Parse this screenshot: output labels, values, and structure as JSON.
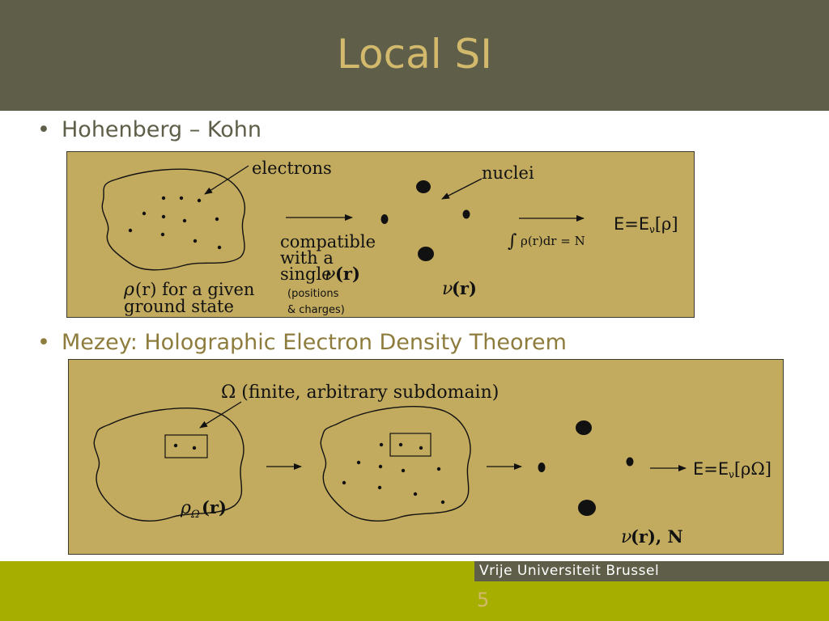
{
  "slide": {
    "title": "Local SI",
    "bullets": [
      "Hohenberg – Kohn",
      "Mezey: Holographic Electron Density Theorem"
    ]
  },
  "figure1": {
    "electrons_label": "electrons",
    "nuclei_label": "nuclei",
    "rho_label": "(r) for a given",
    "ground_state": "ground state",
    "compatible": "compatible",
    "with_a": "with a",
    "single": "single",
    "positions": "(positions",
    "charges": "& charges)",
    "nu_r": "(r)",
    "integral": "ρ(r)dr = N",
    "energy_prefix": "E=E",
    "energy_sub": "ν",
    "energy_arg": "[ρ]"
  },
  "figure2": {
    "omega_label": "Ω (finite, arbitrary subdomain)",
    "rho_omega": "(r)",
    "rho_sub": "Ω",
    "nu_r_n": "(r), N",
    "energy_prefix": "E=E",
    "energy_sub": "ν",
    "energy_arg": "[ρΩ]"
  },
  "footer": {
    "university": "Vrije Universiteit Brussel",
    "page": "5"
  },
  "colors": {
    "header_bg": "#5e5e49",
    "title": "#d2b96c",
    "panel_bg": "#c2ab5f",
    "footer_bg": "#a6af00"
  }
}
